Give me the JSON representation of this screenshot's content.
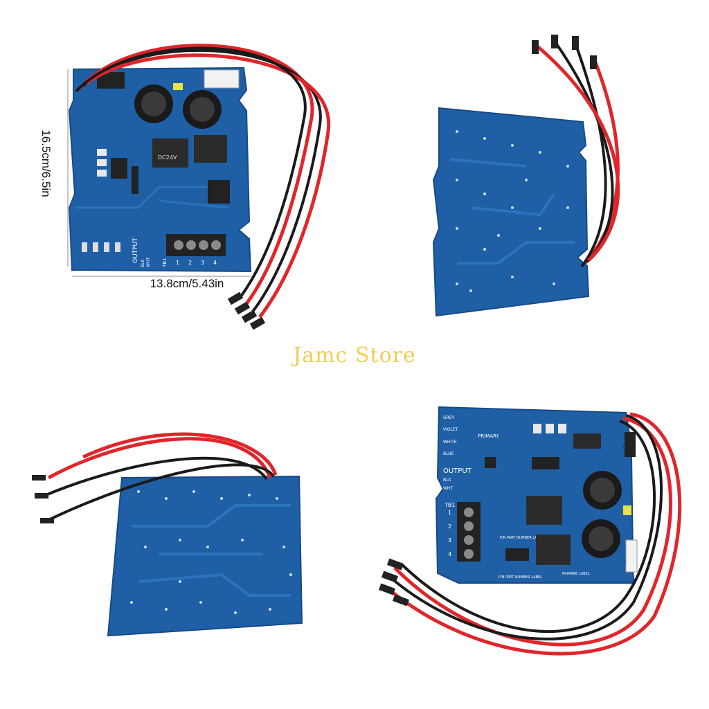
{
  "store": {
    "name": "Jamc Store"
  },
  "dimensions": {
    "width_label": "13.8cm/5.43in",
    "height_label": "16.5cm/6.5in"
  },
  "board_front": {
    "relay_marking": "DC24V",
    "output_label": "OUTPUT",
    "terminal_numbers": [
      "1",
      "2",
      "3",
      "4"
    ],
    "terminal_block_label": "TB1",
    "wire_labels": [
      "BLK",
      "WHT"
    ],
    "side_labels": [
      "GREY",
      "VIOLET",
      "WHITE",
      "BLUE"
    ],
    "primary_label": "PRIMARY",
    "part_label": "P/N PART NUMBER LABEL",
    "primare_label": "PRIMARE LABEL"
  },
  "colors": {
    "pcb": "#1f5fa6",
    "pcb_dark": "#174a86",
    "wire_red": "#e0262b",
    "wire_black": "#1a1a1a",
    "brand": "#f2cd52",
    "terminal": "#222222"
  }
}
